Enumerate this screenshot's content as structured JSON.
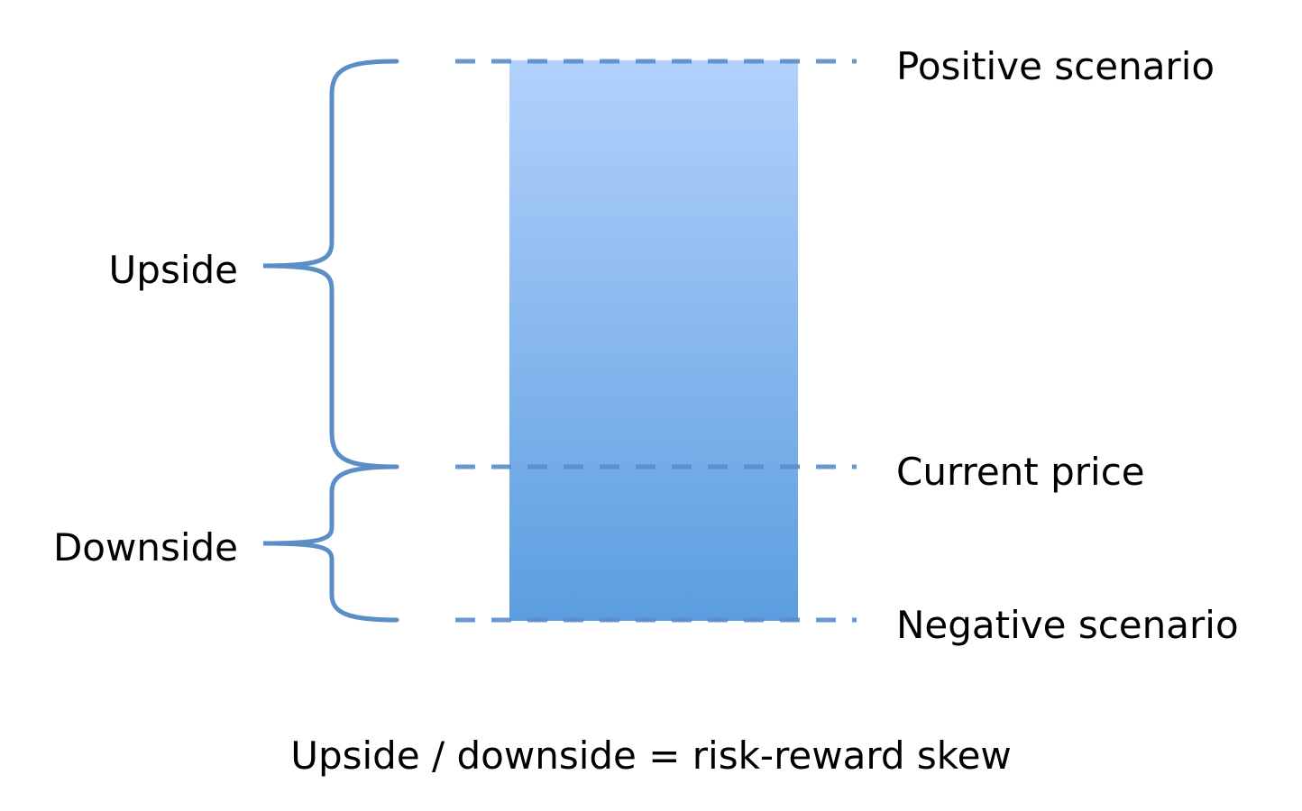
{
  "levels": {
    "positive": "Positive scenario",
    "current": "Current price",
    "negative": "Negative scenario"
  },
  "braces": {
    "upside": "Upside",
    "downside": "Downside"
  },
  "caption": "Upside / downside = risk-reward skew",
  "colors": {
    "bar_top": "#b3d1fc",
    "bar_bottom": "#5b9ee0",
    "line": "#5b8dc7",
    "text": "#000000"
  }
}
